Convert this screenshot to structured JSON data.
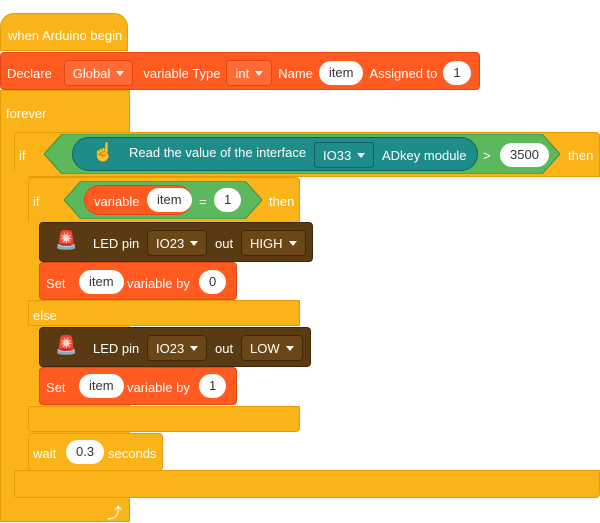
{
  "hat": {
    "label": "when Arduino begin"
  },
  "declare": {
    "label": "Declare",
    "scope": "Global",
    "type_label": "variable Type",
    "type": "int",
    "name_label": "Name",
    "name": "item",
    "assign_label": "Assigned to",
    "value": "1"
  },
  "forever": {
    "label": "forever"
  },
  "if_outer": {
    "if_label": "if",
    "sensor_text": "Read the value of the interface",
    "port": "IO33",
    "module": "ADkey module",
    "op": ">",
    "threshold": "3500",
    "then_label": "then"
  },
  "if_inner": {
    "if_label": "if",
    "var_label": "variable",
    "var_name": "item",
    "op": "=",
    "value": "1",
    "then_label": "then"
  },
  "led1": {
    "label": "LED pin",
    "pin": "IO23",
    "out_label": "out",
    "level": "HIGH"
  },
  "set1": {
    "label": "Set",
    "var": "item",
    "by_label": "variable by",
    "value": "0"
  },
  "else_label": "else",
  "led2": {
    "label": "LED pin",
    "pin": "IO23",
    "out_label": "out",
    "level": "LOW"
  },
  "set2": {
    "label": "Set",
    "var": "item",
    "by_label": "variable by",
    "value": "1"
  },
  "wait": {
    "label": "wait",
    "value": "0.3",
    "unit": "seconds"
  },
  "colors": {
    "control": "#fbb31a",
    "variable": "#ff5a1f",
    "output": "#5a3a12",
    "sensor": "#1e8d8a",
    "operator": "#5cb85c"
  }
}
